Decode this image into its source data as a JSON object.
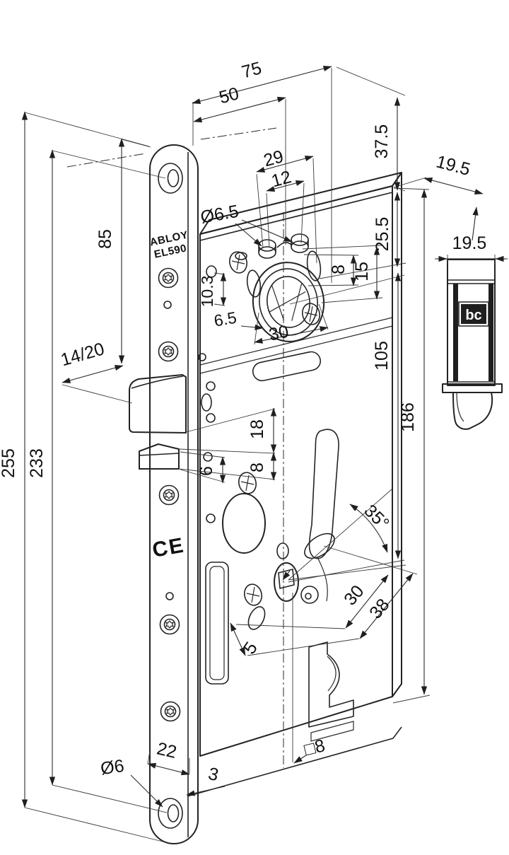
{
  "drawing": {
    "product": {
      "brand": "ABLOY",
      "model": "EL590",
      "ce_mark": "CE",
      "side_stamp": "bc"
    },
    "line_color": "#232323",
    "background": "#ffffff",
    "dims": {
      "total_length": "255",
      "fixing_hole_centers": "233",
      "top_to_latch": "85",
      "case_depth": "75",
      "backset": "50",
      "top_offset": "37.5",
      "case_width": "19.5",
      "detail_width": "19.5",
      "top_holes_span": "29",
      "top_holes_inner": "12",
      "top_hole_dia": "Ø6.5",
      "d25_5": "25.5",
      "d15": "15",
      "d8_top": "8",
      "d10_3": "10.3",
      "d6_5": "6.5",
      "cylinder_width": "30",
      "cyl_to_follower": "105",
      "edge_to_bottom": "186",
      "latch_throw": "14/20",
      "latch_height": "18",
      "aux_height": "8",
      "aux_offset": "6",
      "handle_angle": "35°",
      "diag_30": "30",
      "diag_38": "38",
      "d5": "5",
      "faceplate_width": "22",
      "faceplate_thickness": "3",
      "bottom_hole_dia": "Ø6",
      "spindle_square": "□8"
    }
  }
}
